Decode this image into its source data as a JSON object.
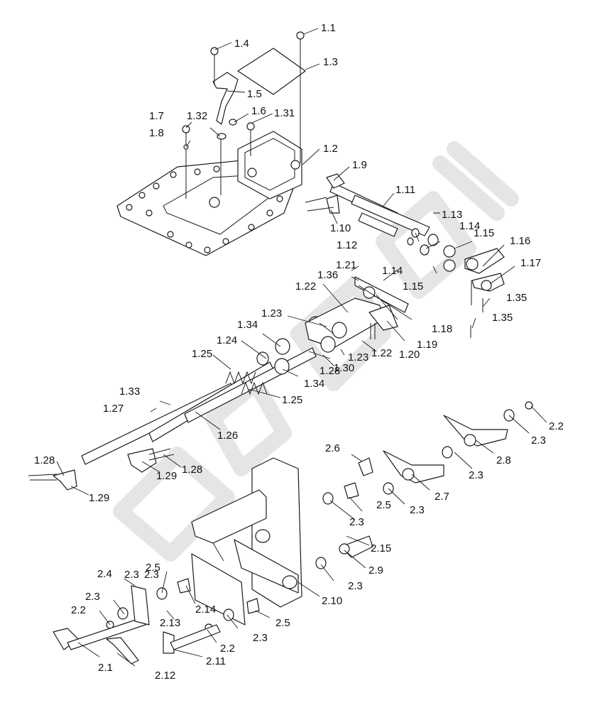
{
  "callouts": [
    {
      "id": "1.1",
      "text": "1.1"
    },
    {
      "id": "1.2",
      "text": "1.2"
    },
    {
      "id": "1.3",
      "text": "1.3"
    },
    {
      "id": "1.4",
      "text": "1.4"
    },
    {
      "id": "1.5",
      "text": "1.5"
    },
    {
      "id": "1.6",
      "text": "1.6"
    },
    {
      "id": "1.7",
      "text": "1.7"
    },
    {
      "id": "1.8",
      "text": "1.8"
    },
    {
      "id": "1.9",
      "text": "1.9"
    },
    {
      "id": "1.10",
      "text": "1.10"
    },
    {
      "id": "1.11",
      "text": "1.11"
    },
    {
      "id": "1.12",
      "text": "1.12"
    },
    {
      "id": "1.13",
      "text": "1.13"
    },
    {
      "id": "1.14a",
      "text": "1.14"
    },
    {
      "id": "1.14b",
      "text": "1.14"
    },
    {
      "id": "1.15a",
      "text": "1.15"
    },
    {
      "id": "1.15b",
      "text": "1.15"
    },
    {
      "id": "1.16",
      "text": "1.16"
    },
    {
      "id": "1.17",
      "text": "1.17"
    },
    {
      "id": "1.18",
      "text": "1.18"
    },
    {
      "id": "1.19",
      "text": "1.19"
    },
    {
      "id": "1.20",
      "text": "1.20"
    },
    {
      "id": "1.21",
      "text": "1.21"
    },
    {
      "id": "1.22a",
      "text": "1.22"
    },
    {
      "id": "1.22b",
      "text": "1.22"
    },
    {
      "id": "1.23a",
      "text": "1.23"
    },
    {
      "id": "1.23b",
      "text": "1.23"
    },
    {
      "id": "1.24",
      "text": "1.24"
    },
    {
      "id": "1.25a",
      "text": "1.25"
    },
    {
      "id": "1.25b",
      "text": "1.25"
    },
    {
      "id": "1.26",
      "text": "1.26"
    },
    {
      "id": "1.27",
      "text": "1.27"
    },
    {
      "id": "1.28a",
      "text": "1.28"
    },
    {
      "id": "1.28b",
      "text": "1.28"
    },
    {
      "id": "1.28c",
      "text": "1.28"
    },
    {
      "id": "1.29a",
      "text": "1.29"
    },
    {
      "id": "1.29b",
      "text": "1.29"
    },
    {
      "id": "1.30",
      "text": "1.30"
    },
    {
      "id": "1.31",
      "text": "1.31"
    },
    {
      "id": "1.32",
      "text": "1.32"
    },
    {
      "id": "1.33",
      "text": "1.33"
    },
    {
      "id": "1.34a",
      "text": "1.34"
    },
    {
      "id": "1.34b",
      "text": "1.34"
    },
    {
      "id": "1.35a",
      "text": "1.35"
    },
    {
      "id": "1.35b",
      "text": "1.35"
    },
    {
      "id": "1.36",
      "text": "1.36"
    },
    {
      "id": "2.1",
      "text": "2.1"
    },
    {
      "id": "2.2a",
      "text": "2.2"
    },
    {
      "id": "2.2b",
      "text": "2.2"
    },
    {
      "id": "2.2c",
      "text": "2.2"
    },
    {
      "id": "2.3a",
      "text": "2.3"
    },
    {
      "id": "2.3b",
      "text": "2.3"
    },
    {
      "id": "2.3c",
      "text": "2.3"
    },
    {
      "id": "2.3d",
      "text": "2.3"
    },
    {
      "id": "2.3e",
      "text": "2.3"
    },
    {
      "id": "2.3f",
      "text": "2.3"
    },
    {
      "id": "2.3g",
      "text": "2.3"
    },
    {
      "id": "2.3h",
      "text": "2.3"
    },
    {
      "id": "2.3i",
      "text": "2.3"
    },
    {
      "id": "2.4",
      "text": "2.4"
    },
    {
      "id": "2.5a",
      "text": "2.5"
    },
    {
      "id": "2.5b",
      "text": "2.5"
    },
    {
      "id": "2.5c",
      "text": "2.5"
    },
    {
      "id": "2.6",
      "text": "2.6"
    },
    {
      "id": "2.7",
      "text": "2.7"
    },
    {
      "id": "2.8",
      "text": "2.8"
    },
    {
      "id": "2.9",
      "text": "2.9"
    },
    {
      "id": "2.10",
      "text": "2.10"
    },
    {
      "id": "2.11",
      "text": "2.11"
    },
    {
      "id": "2.12",
      "text": "2.12"
    },
    {
      "id": "2.13",
      "text": "2.13"
    },
    {
      "id": "2.14",
      "text": "2.14"
    },
    {
      "id": "2.15",
      "text": "2.15"
    }
  ],
  "colors": {
    "line": "#1a1a1a",
    "background": "#ffffff",
    "watermark": "#cfcfcf"
  }
}
